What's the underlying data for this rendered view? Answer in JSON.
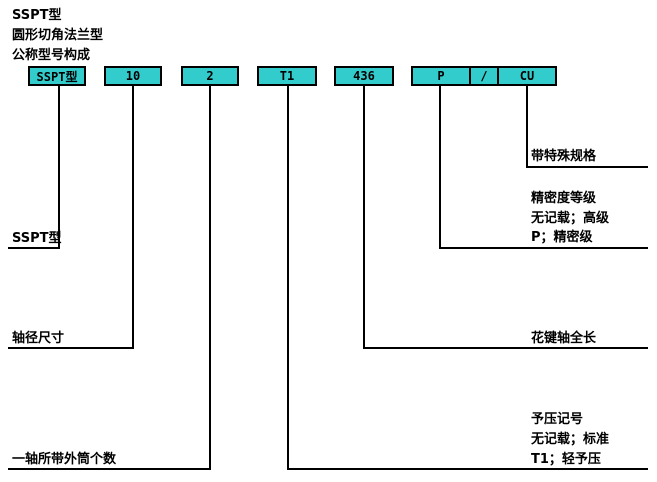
{
  "header": {
    "line1": "SSPT型",
    "line2": "圆形切角法兰型",
    "line3": "公称型号构成"
  },
  "code_boxes": {
    "model": "SSPT型",
    "shaft_dia": "10",
    "nut_count": "2",
    "preload": "T1",
    "length": "436",
    "precision": "P",
    "slash": "/",
    "special": "CU"
  },
  "labels": {
    "special": "带特殊规格",
    "precision_title": "精密度等级",
    "precision_none": "无记载；高级",
    "precision_p": "P；精密级",
    "model": "SSPT型",
    "shaft_dia": "轴径尺寸",
    "length": "花键轴全长",
    "preload_title": "予压记号",
    "preload_none": "无记载；标准",
    "preload_t1": "T1；轻予压",
    "nut_count": "一轴所带外筒个数"
  }
}
